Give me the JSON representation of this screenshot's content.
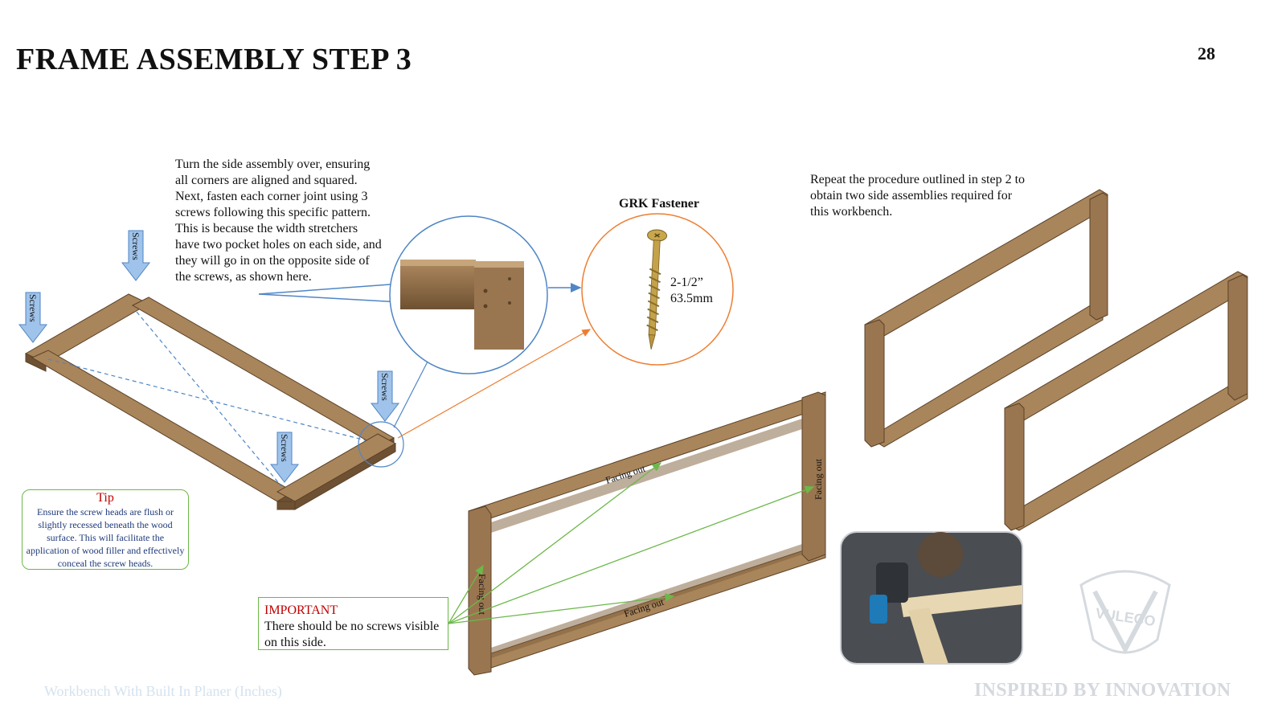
{
  "header": {
    "title": "FRAME ASSEMBLY STEP 3",
    "page_number": "28"
  },
  "instructions": {
    "intro": "Turn the side assembly over, ensuring all corners are aligned and squared. Next, fasten each corner joint using 3 screws following this specific pattern. This is because the width stretchers have two pocket holes on each side, and they will go in on the opposite side of the screws, as shown here.",
    "repeat": "Repeat the procedure outlined in step 2 to obtain two side assemblies required for this workbench."
  },
  "fastener": {
    "title": "GRK Fastener",
    "size_inches": "2-1/2”",
    "size_mm": "63.5mm"
  },
  "labels": {
    "screws": "Screws",
    "facing_out": "Facing out"
  },
  "tip": {
    "title": "Tip",
    "body": "Ensure the screw heads are flush or slightly recessed beneath the wood surface. This will facilitate the application of wood filler and effectively conceal the screw heads."
  },
  "important": {
    "title": "IMPORTANT",
    "body": "There should be no screws visible on this side."
  },
  "footer": {
    "left": "Workbench With Built In Planer (Inches)",
    "right": "INSPIRED BY INNOVATION"
  },
  "watermark": {
    "text": "VULECO"
  },
  "colors": {
    "wood": "#8a6a45",
    "arrow_blue": "#9fc3ea",
    "callout_blue": "#4f86c6",
    "orange": "#ed7d31",
    "green": "#6cb84a",
    "red": "#c00000"
  }
}
